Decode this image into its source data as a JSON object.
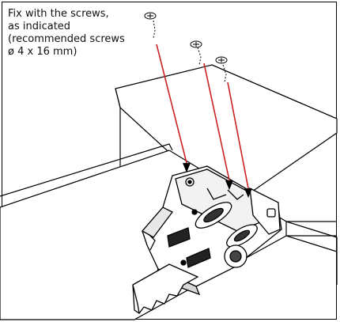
{
  "instruction": {
    "lines": [
      "Fix with the screws,",
      "as indicated",
      "(recommended screws",
      "ø 4 x 16 mm)"
    ]
  },
  "colors": {
    "ink": "#000000",
    "guide_line": "#cc2222",
    "panel_fill": "#ffffff"
  },
  "screw_count": 3
}
